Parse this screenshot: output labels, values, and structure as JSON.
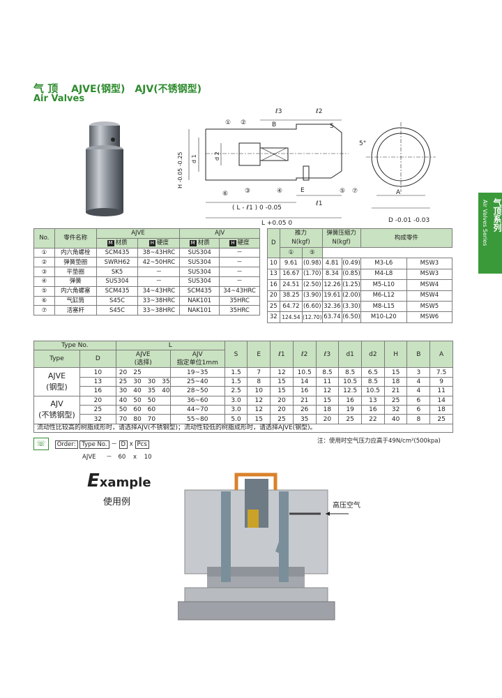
{
  "header": {
    "title_cn": "气 顶",
    "title_models": "AJVE(钢型)　AJV(不锈钢型)",
    "subtitle": "Air Valves"
  },
  "side_tab": {
    "cn": "气顶系列",
    "en": "Air Valves Series"
  },
  "drawing_labels": {
    "l3": "ℓ3",
    "l2": "ℓ2",
    "B": "B",
    "S": "S",
    "angle": "5°",
    "d1": "d 1",
    "d2": "d 2",
    "H": "H -0.05 -0.25",
    "E": "E",
    "l1": "ℓ1",
    "LminusL1": "( L - ℓ1 ) 0 -0.05",
    "L": "L +0.05 0",
    "A": "A",
    "D": "D -0.01 -0.03",
    "c1": "①",
    "c2": "②",
    "c3": "③",
    "c4": "④",
    "c5": "⑤",
    "c6": "⑥",
    "c7": "⑦"
  },
  "parts_table": {
    "h_no": "No.",
    "h_name": "零件名称",
    "h_ajve": "AJVE",
    "h_ajv": "AJV",
    "m_badge": "M",
    "h_badge": "H",
    "h_material": "材质",
    "h_hardness": "硬度",
    "rows": [
      [
        "①",
        "内六角螺栓",
        "SCM435",
        "38~43HRC",
        "SUS304",
        "－"
      ],
      [
        "②",
        "弹簧垫圈",
        "SWRH62",
        "42~50HRC",
        "SUS304",
        "－"
      ],
      [
        "③",
        "平垫圈",
        "SK5",
        "－",
        "SUS304",
        "－"
      ],
      [
        "④",
        "弹簧",
        "SUS304",
        "－",
        "SUS304",
        "－"
      ],
      [
        "⑤",
        "内六角螺塞",
        "SCM435",
        "34~43HRC",
        "SCM435",
        "34~43HRC"
      ],
      [
        "⑥",
        "气缸筒",
        "S45C",
        "33~38HRC",
        "NAK101",
        "35HRC"
      ],
      [
        "⑦",
        "活塞杆",
        "S45C",
        "33~38HRC",
        "NAK101",
        "35HRC"
      ]
    ]
  },
  "force_table": {
    "h_d": "D",
    "h_push": "推力",
    "h_push_unit": "N(kgf)",
    "h_spring": "弹簧压缩力",
    "h_spring_unit": "N(kgf)",
    "h_parts": "构成零件",
    "h_p1": "①",
    "h_p5": "⑤",
    "rows": [
      [
        "10",
        "9.61",
        "(0.98)",
        "4.81",
        "(0.49)",
        "M3-L6",
        "MSW3"
      ],
      [
        "13",
        "16.67",
        "(1.70)",
        "8.34",
        "(0.85)",
        "M4-L8",
        "MSW3"
      ],
      [
        "16",
        "24.51",
        "(2.50)",
        "12.26",
        "(1.25)",
        "M5-L10",
        "MSW4"
      ],
      [
        "20",
        "38.25",
        "(3.90)",
        "19.61",
        "(2.00)",
        "M6-L12",
        "MSW4"
      ],
      [
        "25",
        "64.72",
        "(6.60)",
        "32.36",
        "(3.30)",
        "M8-L15",
        "MSW5"
      ],
      [
        "32",
        "124.54",
        "(12.70)",
        "63.74",
        "(6.50)",
        "M10-L20",
        "MSW6"
      ]
    ]
  },
  "dim_table": {
    "h_typeno": "Type No.",
    "h_type": "Type",
    "h_D": "D",
    "h_L": "L",
    "h_ajve": "AJVE",
    "h_ajve_sub": "(选择)",
    "h_ajv": "AJV",
    "h_ajv_sub": "指定单位1mm",
    "cols": [
      "S",
      "E",
      "ℓ1",
      "ℓ2",
      "ℓ3",
      "d1",
      "d2",
      "H",
      "B",
      "A"
    ],
    "type_ajve": "AJVE",
    "type_ajve_cn": "(钢型)",
    "type_ajv": "AJV",
    "type_ajv_cn": "(不锈钢型)",
    "rows": [
      {
        "D": "10",
        "ajve": "20　25",
        "ajv": "19~35",
        "vals": [
          "1.5",
          "7",
          "12",
          "10.5",
          "8.5",
          "8.5",
          "6.5",
          "15",
          "3",
          "7.5"
        ]
      },
      {
        "D": "13",
        "ajve": "25　30　30　35",
        "ajv": "25~40",
        "vals": [
          "1.5",
          "8",
          "15",
          "14",
          "11",
          "10.5",
          "8.5",
          "18",
          "4",
          "9"
        ]
      },
      {
        "D": "16",
        "ajve": "30　40　35　40",
        "ajv": "28~50",
        "vals": [
          "2.5",
          "10",
          "15",
          "16",
          "12",
          "12.5",
          "10.5",
          "21",
          "4",
          "11"
        ]
      },
      {
        "D": "20",
        "ajve": "40　50　50",
        "ajv": "36~60",
        "vals": [
          "3.0",
          "12",
          "20",
          "21",
          "15",
          "16",
          "13",
          "25",
          "6",
          "14"
        ]
      },
      {
        "D": "25",
        "ajve": "50　60　60",
        "ajv": "44~70",
        "vals": [
          "3.0",
          "12",
          "20",
          "26",
          "18",
          "19",
          "16",
          "32",
          "6",
          "18"
        ]
      },
      {
        "D": "32",
        "ajve": "70　80　70",
        "ajv": "55~80",
        "vals": [
          "5.0",
          "15",
          "25",
          "35",
          "20",
          "25",
          "22",
          "40",
          "8",
          "25"
        ]
      }
    ],
    "note": "流动性比较高的树脂成形时，请选择AJV(不锈钢型)；流动性较低的树脂成形时，请选择AJVE(钢型)。"
  },
  "pressure_note": "注：使用时空气压力应高于49N/cm²(500kpa)",
  "order": {
    "label": "Order:",
    "typeno": "Type No.",
    "dash": "－",
    "D": "D",
    "x": "x",
    "pcs": "Pcs",
    "ex_type": "AJVE",
    "ex_D": "60",
    "ex_pcs": "10"
  },
  "example": {
    "initial": "E",
    "rest": "xample",
    "cn": "使用例",
    "air_label": "高压空气"
  },
  "colors": {
    "accent": "#2e8b2e",
    "header_bg": "#c9e2c1",
    "orange": "#d9822b"
  }
}
